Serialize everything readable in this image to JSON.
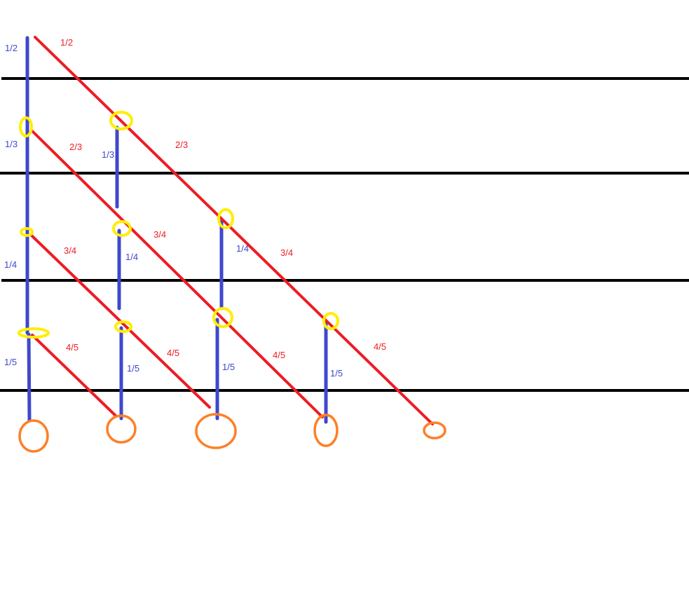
{
  "colors": {
    "vertical": "#3f48cc",
    "diagonal": "#ed1c24",
    "node": "#ffee00",
    "leaf": "#ff7f27",
    "divider": "#000000"
  },
  "labels": {
    "blue": [
      "1/2",
      "1/3",
      "1/3",
      "1/4",
      "1/4",
      "1/4",
      "1/5",
      "1/5",
      "1/5",
      "1/5"
    ],
    "red": [
      "1/2",
      "2/3",
      "2/3",
      "3/4",
      "3/4",
      "3/4",
      "4/5",
      "4/5",
      "4/5",
      "4/5"
    ]
  }
}
